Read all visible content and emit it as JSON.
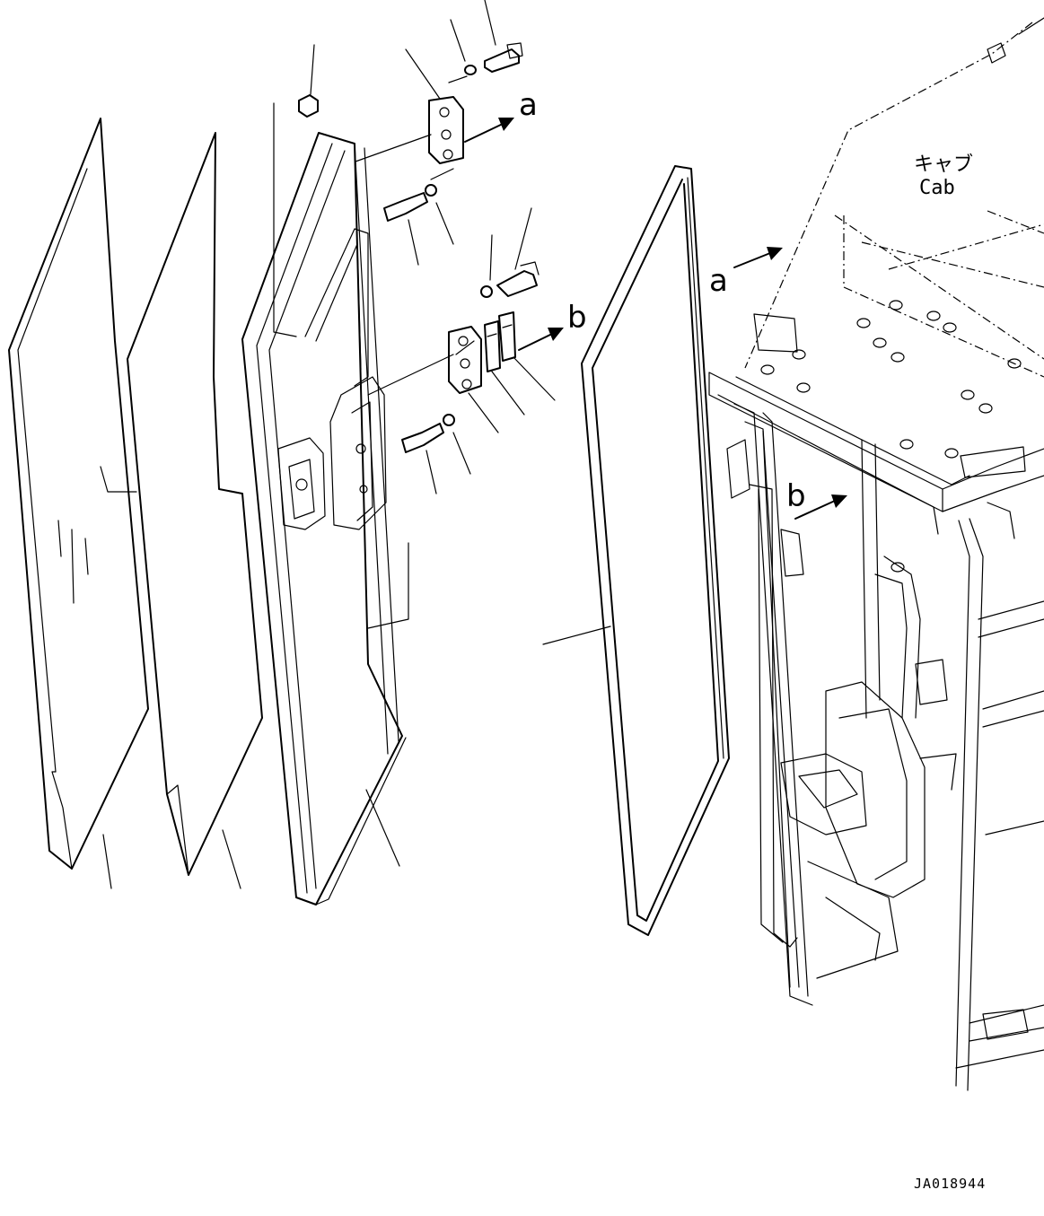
{
  "labels": {
    "arrow_a": "a",
    "arrow_b": "b",
    "cab_jp": "キャブ",
    "cab_en": "Cab",
    "cab_arrow_a": "a",
    "cab_arrow_b": "b"
  },
  "figure_id": "JA018944"
}
